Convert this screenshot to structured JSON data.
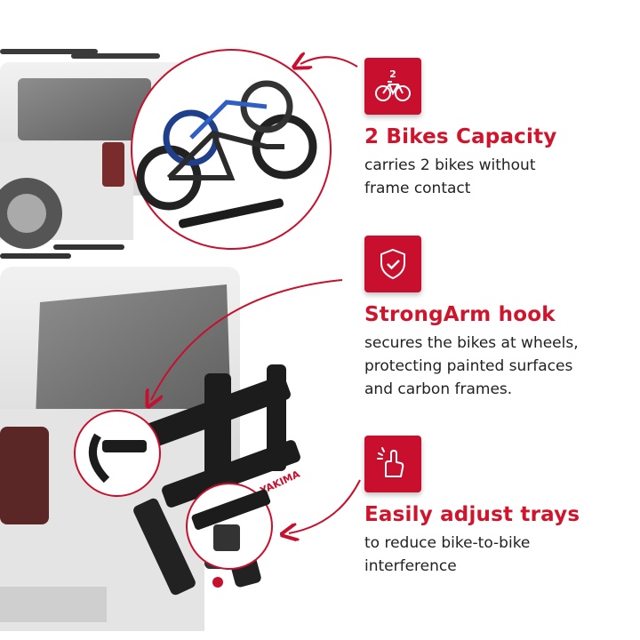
{
  "features": [
    {
      "badge_number": "2",
      "icon": "bike-icon",
      "title": "2 Bikes Capacity",
      "desc_lines": [
        "carries 2 bikes without",
        "frame contact"
      ]
    },
    {
      "icon": "shield-check-icon",
      "title": "StrongArm hook",
      "desc_lines": [
        "secures the bikes at wheels,",
        "protecting painted surfaces",
        "and carbon frames."
      ]
    },
    {
      "icon": "hand-adjust-icon",
      "title": "Easily adjust trays",
      "desc_lines": [
        "to reduce bike-to-bike",
        "interference"
      ]
    }
  ],
  "rack_brand": "YAKIMA",
  "colors": {
    "accent": "#c8102e",
    "title": "#d0142c"
  }
}
